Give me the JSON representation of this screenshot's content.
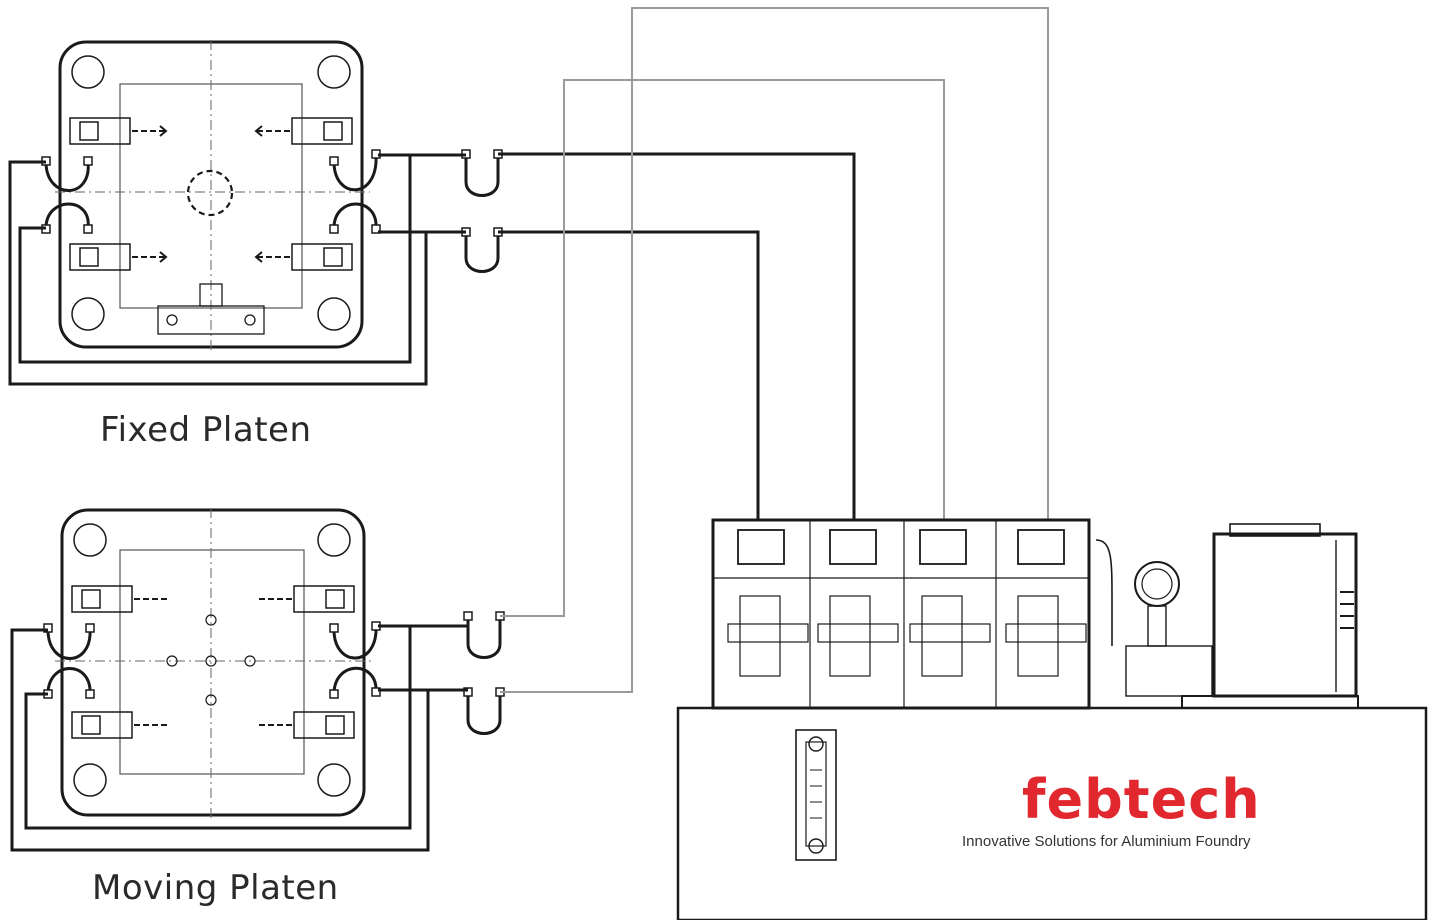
{
  "labels": {
    "fixed_platen": "Fixed Platen",
    "moving_platen": "Moving Platen"
  },
  "brand": {
    "name": "febtech",
    "tagline": "Innovative Solutions for Aluminium Foundry",
    "color": "#e0282e"
  },
  "colors": {
    "line_dark": "#1a1a1a",
    "line_light": "#9a9a9a"
  }
}
